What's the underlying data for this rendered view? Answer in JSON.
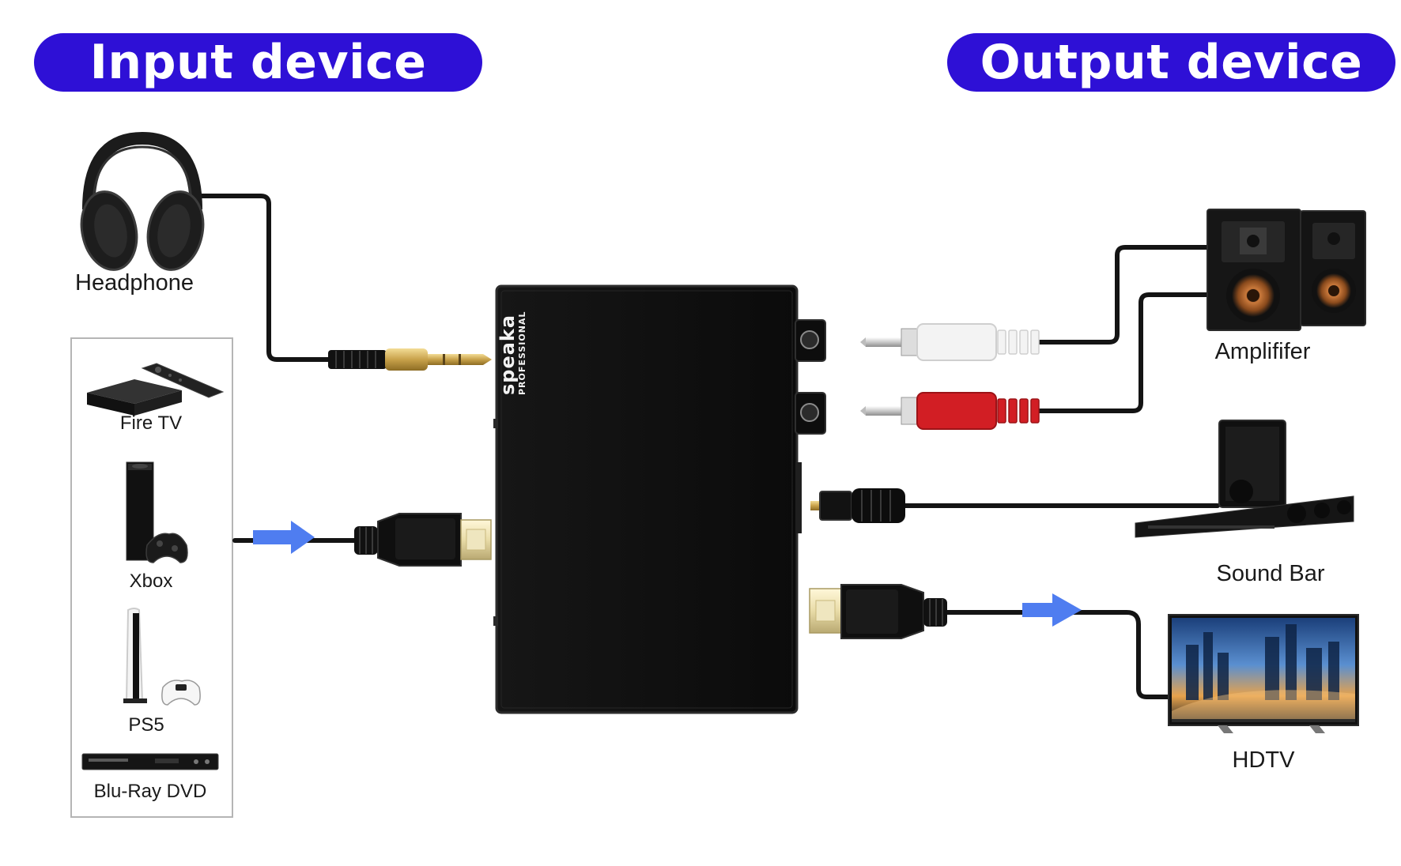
{
  "headers": {
    "input": "Input device",
    "output": "Output device"
  },
  "inputs": {
    "headphone": "Headphone",
    "fire_tv": "Fire TV",
    "xbox": "Xbox",
    "ps5": "PS5",
    "bluray": "Blu-Ray DVD"
  },
  "outputs": {
    "amplifier": "Amplififer",
    "soundbar": "Sound Bar",
    "hdtv": "HDTV"
  },
  "device": {
    "brand": "speaka",
    "sub": "PROFESSIONAL"
  },
  "colors": {
    "header_pill": "#2e10d6",
    "arrow": "#4f7df0",
    "rca_red": "#d21e24",
    "rca_white": "#f1f1f1",
    "connector_gold": "#c8a24a"
  }
}
